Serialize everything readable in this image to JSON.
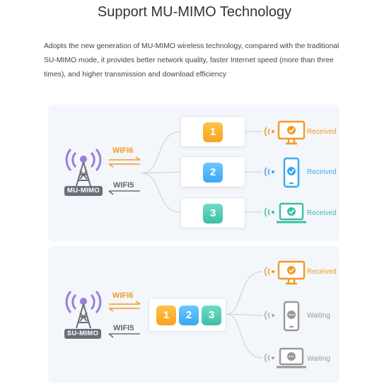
{
  "header": {
    "title": "Support MU-MIMO Technology",
    "description": "Adopts the new generation of MU-MIMO wireless technology, compared with the traditional SU-MIMO mode, it provides better network quality, faster Internet speed (more than three times), and higher transmission and download efficiency"
  },
  "mu_panel": {
    "tower_label": "MU-MIMO",
    "wifi6_label": "WIFI6",
    "wifi5_label": "WIFI5",
    "slots": [
      "1",
      "2",
      "3"
    ],
    "devices": [
      {
        "icon": "monitor-icon",
        "status": "Received",
        "color": "#f29a1f"
      },
      {
        "icon": "phone-icon",
        "status": "Received",
        "color": "#3aa8f0"
      },
      {
        "icon": "laptop-icon",
        "status": "Received",
        "color": "#3bbfa6"
      }
    ]
  },
  "su_panel": {
    "tower_label": "SU-MIMO",
    "wifi6_label": "WIFI6",
    "wifi5_label": "WIFI5",
    "slots": [
      "1",
      "2",
      "3"
    ],
    "devices": [
      {
        "icon": "monitor-icon",
        "status": "Received",
        "color": "#f29a1f"
      },
      {
        "icon": "phone-icon",
        "status": "Waiting",
        "color": "#999999"
      },
      {
        "icon": "laptop-icon",
        "status": "Waiting",
        "color": "#999999"
      }
    ]
  },
  "colors": {
    "tower_purple": "#9a7fd6",
    "orange": "#f29a1f",
    "blue": "#3aa8f0",
    "teal": "#3bbfa6",
    "gray": "#999999",
    "panel_bg": "#f3f6fb"
  }
}
